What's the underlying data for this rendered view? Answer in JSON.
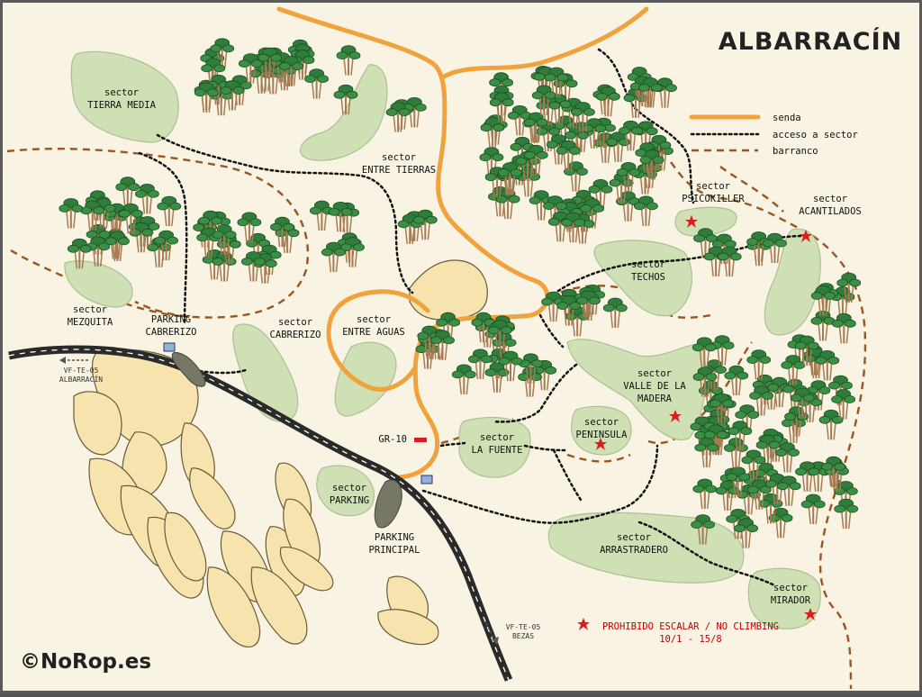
{
  "map": {
    "title": "ALBARRACÍN",
    "credit": "©NoRop.es",
    "colors": {
      "paper": "#f8f3e3",
      "frame": "#5a5a5a",
      "sector_fill": "#cfe0b4",
      "boulder_fill": "#f7e3ad",
      "path": "#f0a23c",
      "ravine": "#9a5522",
      "access": "#111111",
      "road": "#2a2a2a",
      "star": "#d81e1e",
      "parking": "#777766"
    }
  },
  "legend": {
    "senda": "senda",
    "acceso": "acceso a sector",
    "barranco": "barranco"
  },
  "sectors": [
    {
      "id": "tierra-media",
      "line1": "sector",
      "line2": "TIERRA MEDIA",
      "climbing_restricted": false
    },
    {
      "id": "entre-tierras",
      "line1": "sector",
      "line2": "ENTRE TIERRAS",
      "climbing_restricted": false
    },
    {
      "id": "psicokiller",
      "line1": "sector",
      "line2": "PSICOKILLER",
      "climbing_restricted": true
    },
    {
      "id": "acantilados",
      "line1": "sector",
      "line2": "ACANTILADOS",
      "climbing_restricted": true
    },
    {
      "id": "techos",
      "line1": "sector",
      "line2": "TECHOS",
      "climbing_restricted": false
    },
    {
      "id": "mezquita",
      "line1": "sector",
      "line2": "MEZQUITA",
      "climbing_restricted": false
    },
    {
      "id": "cabrerizo",
      "line1": "sector",
      "line2": "CABRERIZO",
      "climbing_restricted": false
    },
    {
      "id": "entre-aguas",
      "line1": "sector",
      "line2": "ENTRE AGUAS",
      "climbing_restricted": false
    },
    {
      "id": "valle-madera",
      "line1": "sector",
      "line2": "VALLE DE LA",
      "line3": "MADERA",
      "climbing_restricted": true
    },
    {
      "id": "la-fuente",
      "line1": "sector",
      "line2": "LA FUENTE",
      "climbing_restricted": false
    },
    {
      "id": "peninsula",
      "line1": "sector",
      "line2": "PENINSULA",
      "climbing_restricted": true
    },
    {
      "id": "parking",
      "line1": "sector",
      "line2": "PARKING",
      "climbing_restricted": false
    },
    {
      "id": "arrastradero",
      "line1": "sector",
      "line2": "ARRASTRADERO",
      "climbing_restricted": false
    },
    {
      "id": "mirador",
      "line1": "sector",
      "line2": "MIRADOR",
      "climbing_restricted": true
    }
  ],
  "parkings": {
    "cabrerizo": {
      "line1": "PARKING",
      "line2": "CABRERIZO"
    },
    "principal": {
      "line1": "PARKING",
      "line2": "PRINCIPAL"
    }
  },
  "roads": {
    "albarracin": {
      "code": "VF-TE-05",
      "dest": "ALBARRACÍN"
    },
    "bezas": {
      "code": "VF-TE-05",
      "dest": "BEZAS"
    }
  },
  "trail_marker": "GR-10",
  "notice": {
    "line1": "PROHIBIDO ESCALAR / NO CLIMBING",
    "line2": "10/1 - 15/8"
  }
}
